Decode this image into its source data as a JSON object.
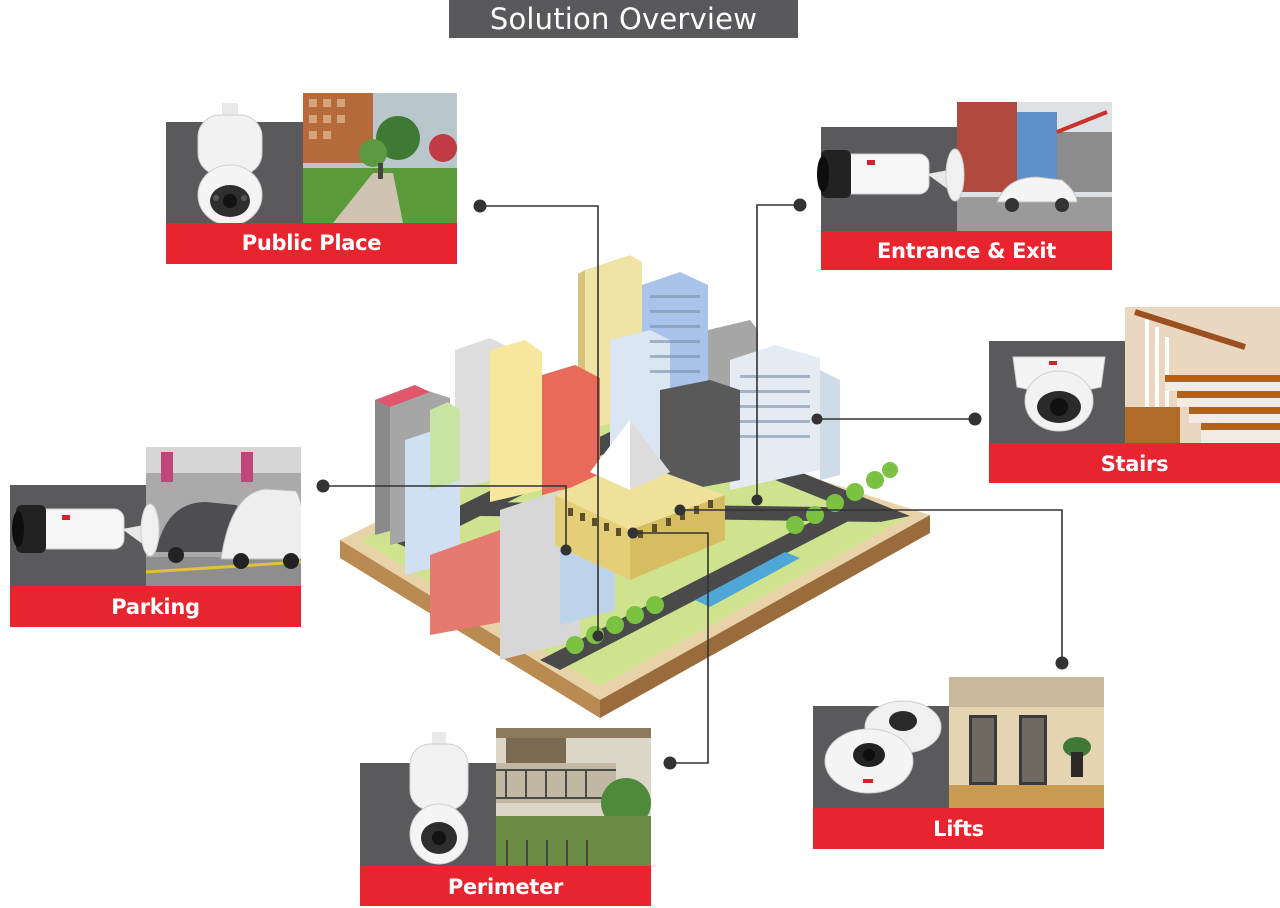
{
  "title": "Solution Overview",
  "cards": {
    "public_place": {
      "label": "Public Place",
      "camera_icon": "ptz-dome-camera-icon",
      "scene": "park-walkway-photo"
    },
    "entrance_exit": {
      "label": "Entrance & Exit",
      "camera_icon": "bullet-camera-icon",
      "scene": "gate-barrier-car-photo"
    },
    "stairs": {
      "label": "Stairs",
      "camera_icon": "dome-camera-icon",
      "scene": "wooden-staircase-photo"
    },
    "parking": {
      "label": "Parking",
      "camera_icon": "bullet-camera-icon",
      "scene": "parking-garage-photo"
    },
    "perimeter": {
      "label": "Perimeter",
      "camera_icon": "ptz-dome-camera-icon",
      "scene": "apartment-balcony-photo"
    },
    "lifts": {
      "label": "Lifts",
      "camera_icon": "fisheye-camera-icon",
      "scene": "elevator-lobby-photo"
    }
  },
  "colors": {
    "label_red": "#e8242f",
    "card_gray": "#5a5a5c",
    "title_gray": "#59595b",
    "connector": "#333333"
  }
}
